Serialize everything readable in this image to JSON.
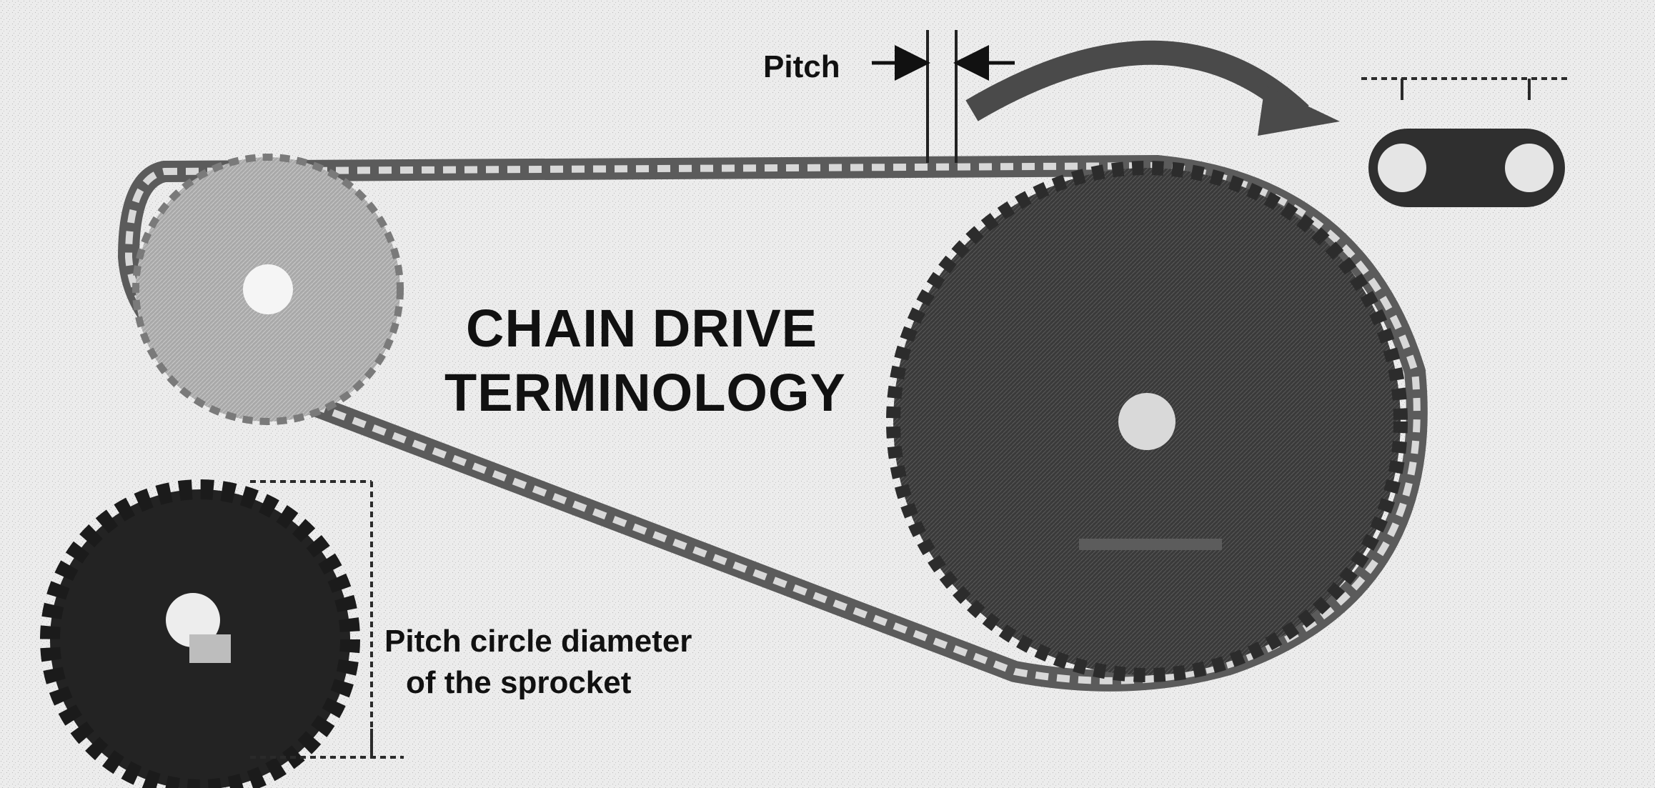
{
  "title": {
    "line1": "CHAIN DRIVE",
    "line2": "TERMINOLOGY"
  },
  "labels": {
    "pitch": "Pitch",
    "pitch_circle_line1": "Pitch circle diameter",
    "pitch_circle_line2": "of the sprocket"
  },
  "colors": {
    "background": "#ececec",
    "ink": "#111111",
    "sprocket_light": "#a9a9a9",
    "sprocket_dark": "#3a3a3a",
    "sprocket_black": "#232323"
  }
}
